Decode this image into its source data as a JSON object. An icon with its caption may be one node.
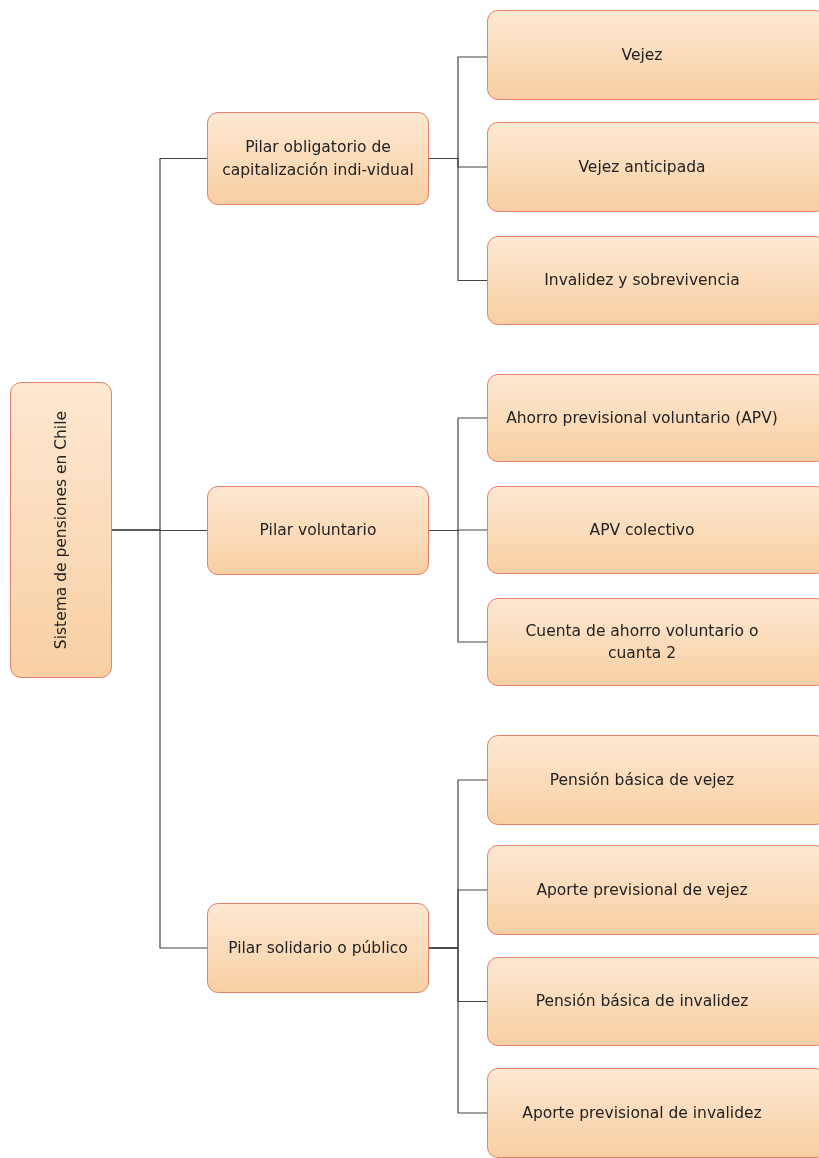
{
  "diagram": {
    "nodes": [
      {
        "text": [
          "Sistema de pensiones en Chile"
        ]
      },
      {
        "text": [
          "Pilar obligatorio de capitalización indi-vidual"
        ]
      },
      {
        "text": [
          "Pilar voluntario"
        ]
      },
      {
        "text": [
          "Pilar solidario o público"
        ]
      },
      {
        "text": [
          "Vejez"
        ]
      },
      {
        "text": [
          "Vejez anticipada"
        ]
      },
      {
        "text": [
          "Invalidez y sobrevivencia"
        ]
      },
      {
        "text": [
          "Ahorro previsional voluntario (APV)"
        ]
      },
      {
        "text": [
          "APV colectivo"
        ]
      },
      {
        "text": [
          "Cuenta de ahorro voluntario o cuanta 2"
        ]
      },
      {
        "text": [
          "Pensión básica de vejez"
        ]
      },
      {
        "text": [
          "Aporte previsional de vejez"
        ]
      },
      {
        "text": [
          "Pensión básica de invalidez"
        ]
      },
      {
        "text": [
          "Aporte previsional de invalidez"
        ]
      }
    ],
    "edges": [
      {
        "from": 0,
        "to": 1,
        "arrow": "none"
      },
      {
        "from": 0,
        "to": 2,
        "arrow": "none"
      },
      {
        "from": 0,
        "to": 3,
        "arrow": "none"
      },
      {
        "from": 1,
        "to": 4,
        "arrow": "none"
      },
      {
        "from": 1,
        "to": 5,
        "arrow": "none"
      },
      {
        "from": 1,
        "to": 6,
        "arrow": "none"
      },
      {
        "from": 2,
        "to": 7,
        "arrow": "none"
      },
      {
        "from": 2,
        "to": 8,
        "arrow": "none"
      },
      {
        "from": 2,
        "to": 9,
        "arrow": "none"
      },
      {
        "from": 3,
        "to": 10,
        "arrow": "none"
      },
      {
        "from": 3,
        "to": 11,
        "arrow": "none"
      },
      {
        "from": 3,
        "to": 12,
        "arrow": "none"
      },
      {
        "from": 3,
        "to": 13,
        "arrow": "none"
      }
    ]
  }
}
